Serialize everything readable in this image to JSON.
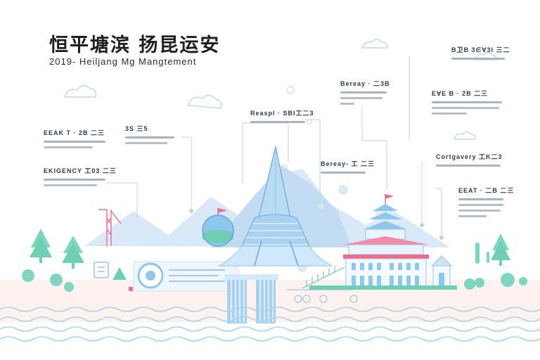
{
  "header": {
    "title": "恒平塘滨 扬昆运安",
    "subtitle": "2019- Heiljang Mg Mangtement"
  },
  "callouts": [
    {
      "id": "c1",
      "heading": "EEAK T · 2B 二三"
    },
    {
      "id": "c2",
      "heading": "3S 三5"
    },
    {
      "id": "c3",
      "heading": "EKIGENCY 工03 二三"
    },
    {
      "id": "c4",
      "heading": "Reaspl · SBI工二3"
    },
    {
      "id": "c5",
      "heading": "Bereay- 工 二三"
    },
    {
      "id": "c6",
      "heading": "Bereay · 二3B"
    },
    {
      "id": "c7",
      "heading": "B卫B 3∈∀3l 三二"
    },
    {
      "id": "c8",
      "heading": "E∀E B · 2B 二三"
    },
    {
      "id": "c9",
      "heading": "Cortgavery 工K二3"
    },
    {
      "id": "c10",
      "heading": "EEAT · 二B 二三"
    }
  ],
  "colors": {
    "accent_pink": "#f06a8c",
    "light_blue": "#8fc6ee",
    "mint": "#6fcfb4",
    "mountain": "#cfe3f6"
  },
  "icons": [
    "cloud-icon",
    "tree-icon",
    "flag-icon",
    "crane-icon",
    "tower-icon",
    "pagoda-icon"
  ]
}
